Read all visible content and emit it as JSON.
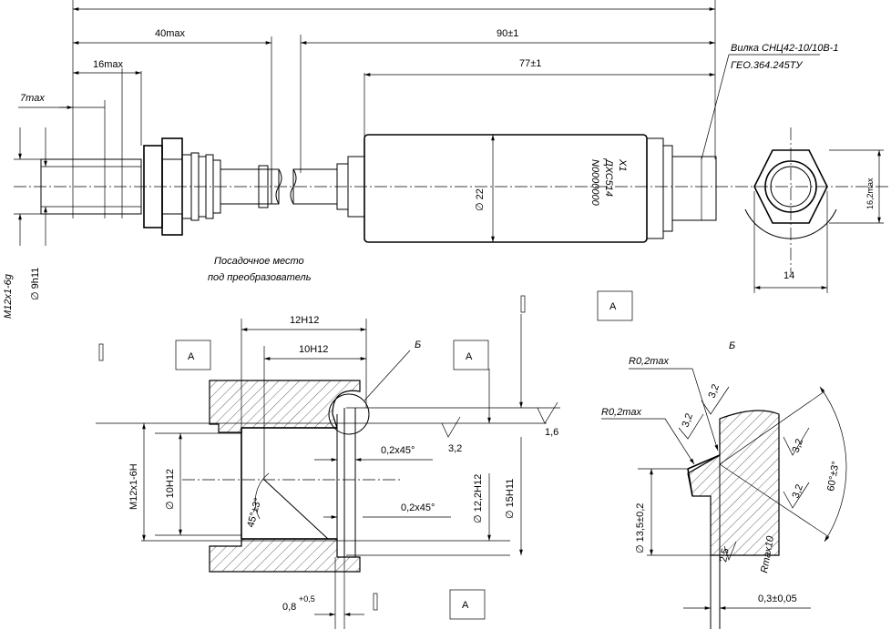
{
  "top_view": {
    "dim_overall_top": "",
    "dim_40max": "40max",
    "dim_90": "90±1",
    "dim_77": "77±1",
    "dim_16max": "16max",
    "dim_7max": "7max",
    "dim_d22": "∅ 22",
    "thread": "M12x1-6g",
    "dia_9h11": "∅ 9h11",
    "connector_label": "Вилка СНЦ42-10/10В-1",
    "connector_spec": "ГЕО.364.245ТУ",
    "marking_1": "X1",
    "marking_2": "ДХС514",
    "marking_3": "N0000000",
    "mount_1": "Посадочное место",
    "mount_2": "под преобразователь"
  },
  "end_view": {
    "dim_16_2": "16,2max",
    "dim_14": "14"
  },
  "section": {
    "dim_12h12": "12H12",
    "dim_10h12": "10H12",
    "view_b": "Б",
    "thread": "M12x1-6H",
    "dia_10h12": "∅ 10H12",
    "angle": "45°±3°",
    "chamfer_1": "0,2x45°",
    "chamfer_2": "0,2x45°",
    "rough_32": "3,2",
    "rough_16": "1,6",
    "dia_12_2": "∅ 12,2H12",
    "dia_15h11": "∅ 15H11",
    "dim_08": "0,8",
    "dim_08_tol": "+0,5",
    "datum_a1": "A",
    "datum_a2": "A",
    "datum_a3": "A",
    "datum_a4": "A"
  },
  "detail_b": {
    "title": "Б",
    "r1": "R0,2max",
    "r2": "R0,2max",
    "rough_1": "3,2",
    "rough_2": "3,2",
    "rough_3": "3,2",
    "rough_4": "3,2",
    "angle": "60°±3°",
    "dia": "∅ 13,5±0,2",
    "rough_25": "2,5",
    "rmax": "Rmax10",
    "dim_03": "0,3±0,05"
  }
}
